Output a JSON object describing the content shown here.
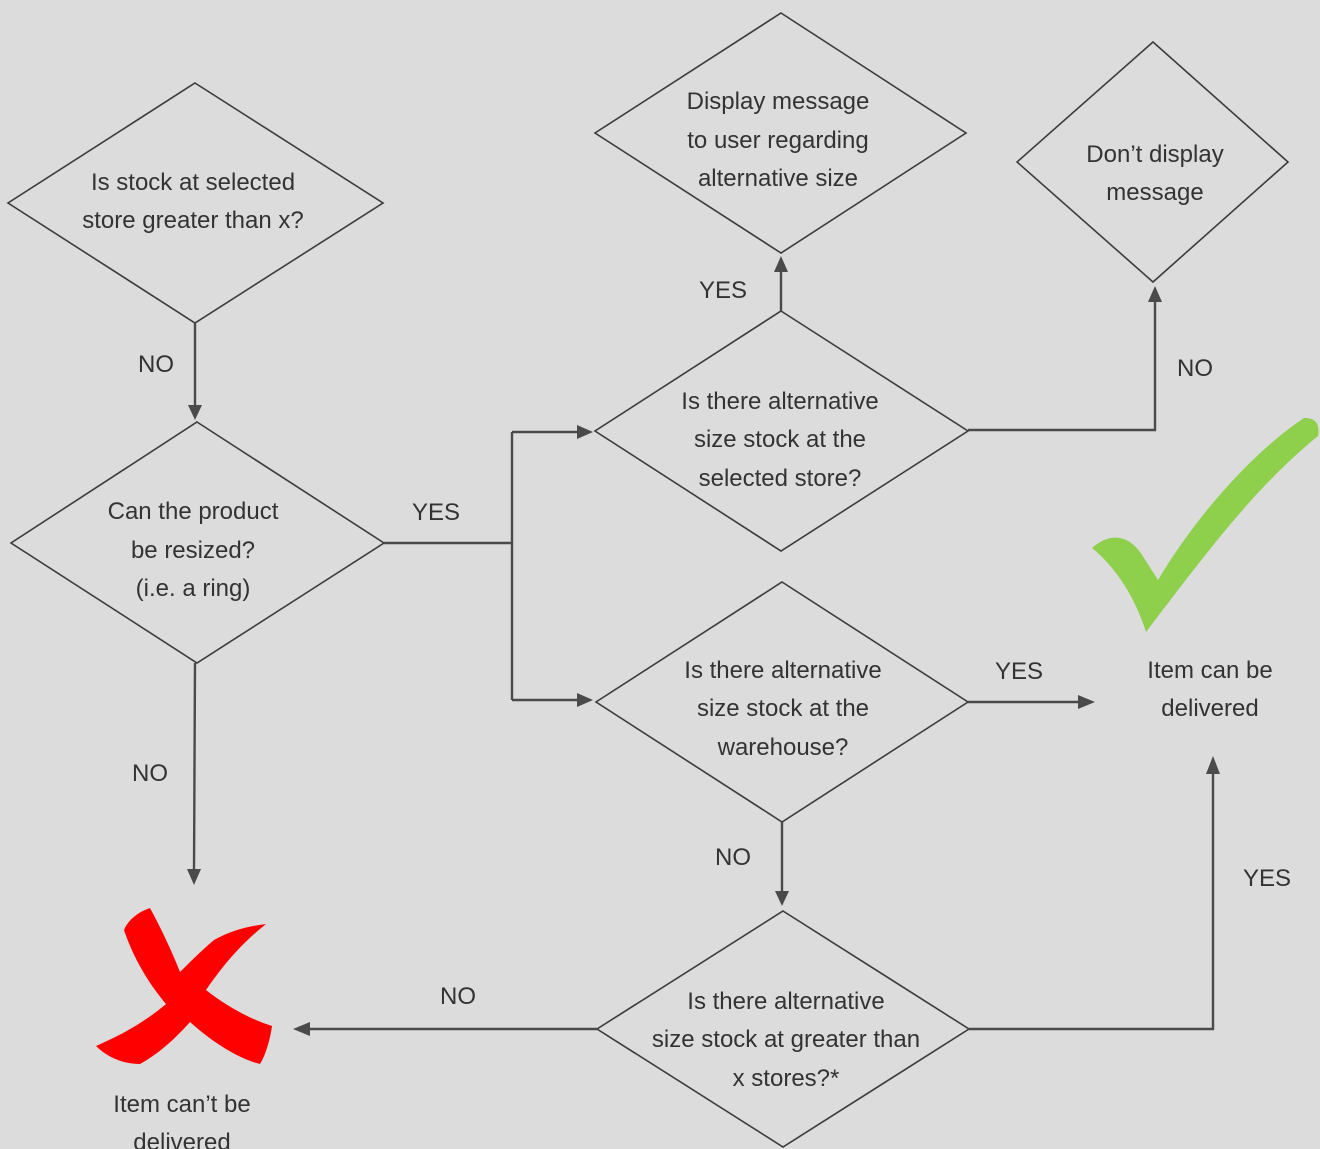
{
  "nodes": {
    "stock_check": [
      "Is stock at selected",
      "store greater than x?"
    ],
    "resize_check": [
      "Can the product",
      "be resized?",
      "(i.e. a ring)"
    ],
    "display_message": [
      "Display message",
      "to user regarding",
      "alternative size"
    ],
    "dont_display": [
      "Don’t display",
      "message"
    ],
    "alt_store": [
      "Is there alternative",
      "size stock at the",
      "selected store?"
    ],
    "alt_warehouse": [
      "Is there alternative",
      "size stock at the",
      "warehouse?"
    ],
    "alt_stores": [
      "Is there alternative",
      "size stock at greater than",
      "x stores?*"
    ],
    "can_deliver": [
      "Item can be",
      "delivered"
    ],
    "cant_deliver": [
      "Item can’t be",
      "delivered"
    ]
  },
  "edge_labels": {
    "stock_to_resize": "NO",
    "resize_yes": "YES",
    "resize_no": "NO",
    "store_yes": "YES",
    "store_no": "NO",
    "warehouse_yes": "YES",
    "warehouse_no": "NO",
    "stores_yes": "YES",
    "stores_no": "NO"
  },
  "icons": {
    "can_deliver": "check-mark-icon",
    "cant_deliver": "cross-mark-icon"
  },
  "colors": {
    "check_mark": "#8ecf4b",
    "cross_mark": "#ff0000",
    "background": "#dcdcdc",
    "lines": "#4a4a4a"
  }
}
